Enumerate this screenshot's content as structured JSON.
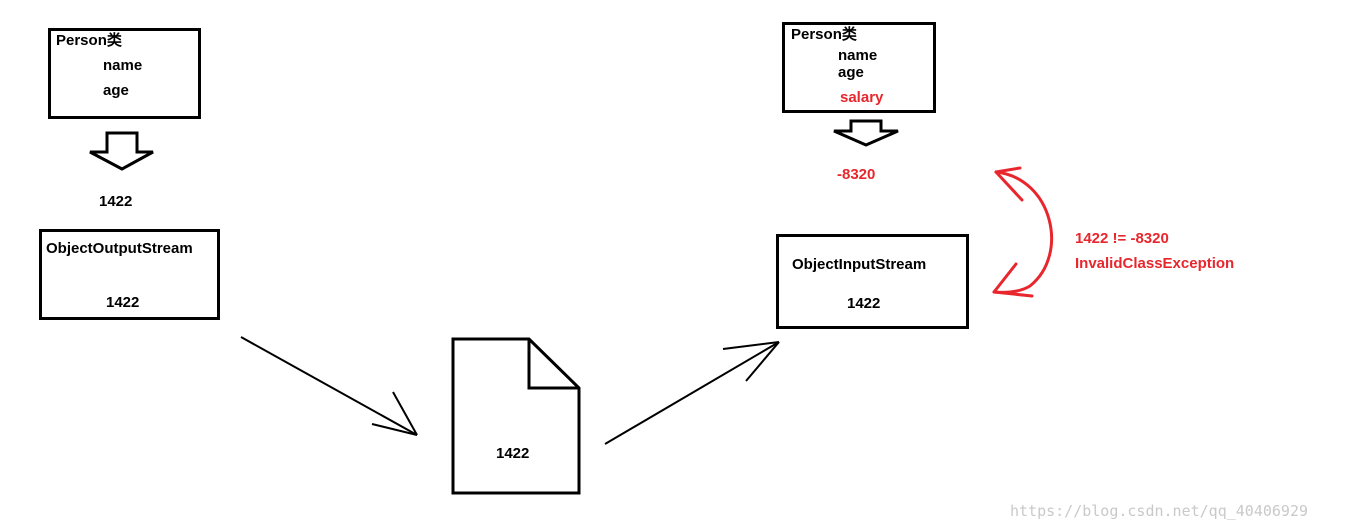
{
  "left": {
    "class_box": {
      "title": "Person类",
      "fields": [
        "name",
        "age"
      ]
    },
    "uid": "1422",
    "stream_box": {
      "label": "ObjectOutputStream",
      "uid": "1422"
    }
  },
  "file": {
    "uid": "1422"
  },
  "right": {
    "class_box": {
      "title": "Person类",
      "fields": [
        "name",
        "age"
      ],
      "added_field": "salary"
    },
    "uid": "-8320",
    "stream_box": {
      "label": "ObjectInputStream",
      "uid": "1422"
    }
  },
  "comparison": {
    "line1": "1422 != -8320",
    "line2": "InvalidClassException"
  },
  "watermark": "https://blog.csdn.net/qq_40406929",
  "colors": {
    "accent_red": "#e8262d",
    "stroke": "#000000"
  }
}
